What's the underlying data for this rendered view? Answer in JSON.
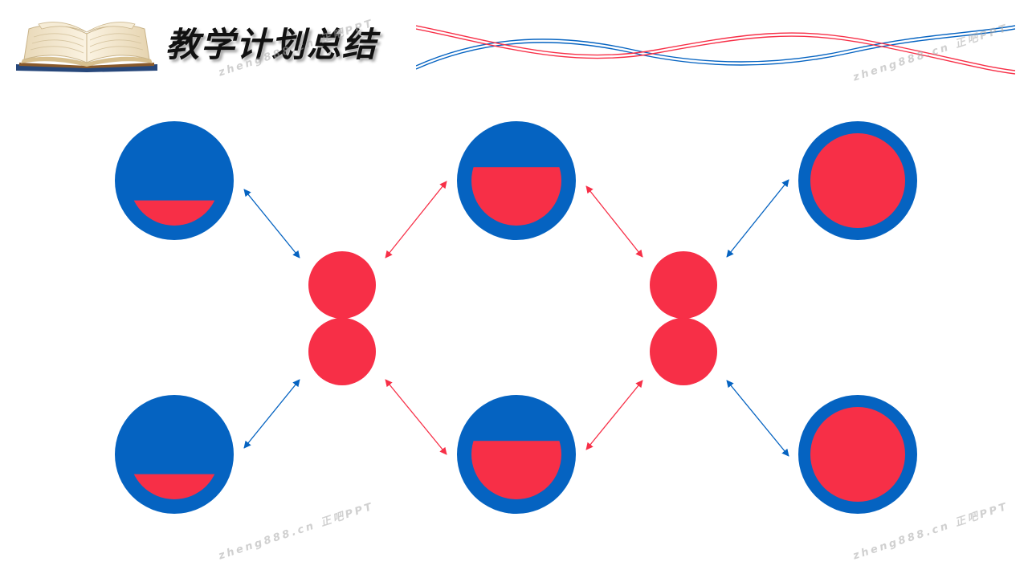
{
  "header": {
    "title": "教学计划总结",
    "icon": "open-book-icon"
  },
  "watermarks": [
    "zheng888.cn 正吧PPT",
    "zheng888.cn 正吧PPT",
    "zheng888.cn 正吧PPT",
    "zheng888.cn 正吧PPT"
  ],
  "colors": {
    "blue": "#0563C1",
    "red": "#F72F47",
    "title": "#111111"
  },
  "diagram": {
    "fill_levels": {
      "left_top": 0.28,
      "left_bottom": 0.28,
      "middle_top": 0.65,
      "middle_bottom": 0.65,
      "right_top": 1.0,
      "right_bottom": 1.0
    }
  }
}
